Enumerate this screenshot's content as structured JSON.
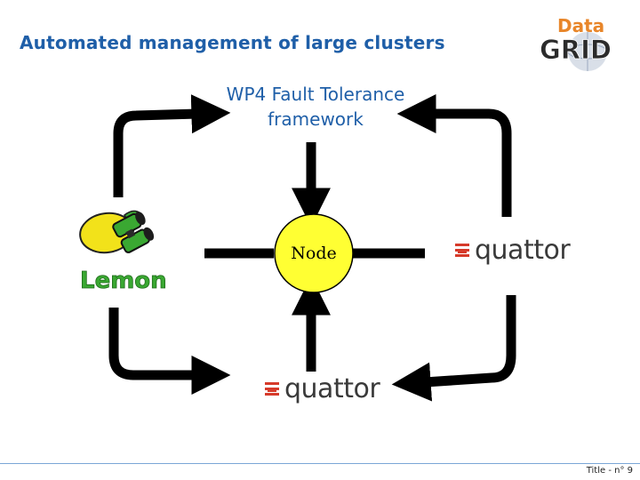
{
  "slide": {
    "title": "Automated management of large clusters",
    "footer": "Title - n° 9"
  },
  "logo": {
    "top_word": "Data",
    "bottom_word": "GRID"
  },
  "diagram": {
    "wp4_line1": "WP4 Fault Tolerance",
    "wp4_line2": "framework",
    "node_label": "Node",
    "monitoring_tool": "Lemon",
    "config_tool_right": "quattor",
    "config_tool_bottom": "quattor"
  },
  "colors": {
    "title_blue": "#1f5fa8",
    "node_fill": "#ffff33",
    "arrow": "#000000",
    "lemon_yellow": "#f2e21a",
    "lemon_green": "#3aa832",
    "quattor_red": "#d63a2a",
    "datagrid_orange": "#e8862a",
    "datagrid_dark": "#2b2b2b"
  }
}
